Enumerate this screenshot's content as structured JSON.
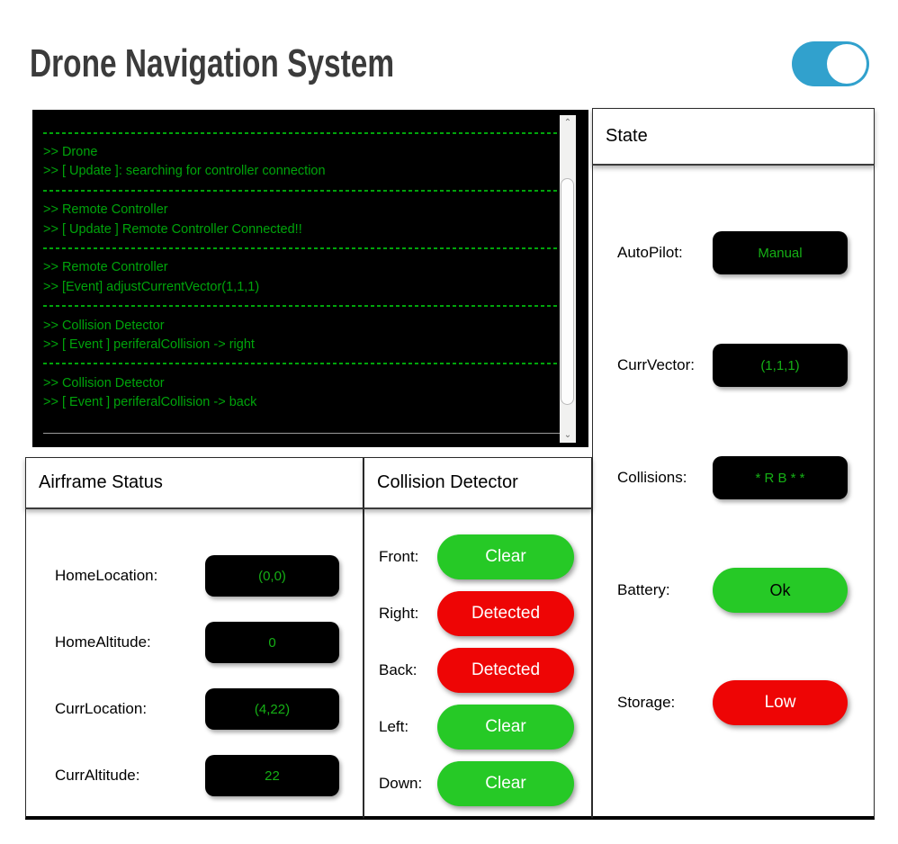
{
  "app": {
    "title": "Drone Navigation System"
  },
  "toggle": {
    "state": "on"
  },
  "colors": {
    "toggle_blue": "#31a1cd",
    "console_green": "#00a40b",
    "value_green": "#15b015",
    "pill_green": "#26c926",
    "pill_red": "#ee0505",
    "title_gray": "#3b3b3b"
  },
  "console": {
    "scroll_up_icon": "chevron-up",
    "scroll_down_icon": "chevron-down",
    "entries": [
      {
        "l1": ">> Drone",
        "l2": ">> [ Update ]: searching for controller connection"
      },
      {
        "l1": ">> Remote Controller",
        "l2": ">> [ Update ] Remote Controller Connected!!"
      },
      {
        "l1": ">> Remote Controller",
        "l2": ">> [Event] adjustCurrentVector(1,1,1)"
      },
      {
        "l1": ">> Collision Detector",
        "l2": ">> [ Event ] periferalCollision -> right"
      },
      {
        "l1": ">> Collision Detector",
        "l2": ">> [ Event ] periferalCollision -> back"
      }
    ]
  },
  "state_panel": {
    "title": "State",
    "rows": [
      {
        "label": "AutoPilot:",
        "value": "Manual",
        "kind": "box"
      },
      {
        "label": "CurrVector:",
        "value": "(1,1,1)",
        "kind": "box"
      },
      {
        "label": "Collisions:",
        "value": "* R B * *",
        "kind": "box"
      },
      {
        "label": "Battery:",
        "value": "Ok",
        "kind": "pill-good-dark"
      },
      {
        "label": "Storage:",
        "value": "Low",
        "kind": "pill-alert"
      }
    ]
  },
  "airframe_panel": {
    "title": "Airframe Status",
    "rows": [
      {
        "label": "HomeLocation:",
        "value": "(0,0)",
        "kind": "box"
      },
      {
        "label": "HomeAltitude:",
        "value": "0",
        "kind": "box"
      },
      {
        "label": "CurrLocation:",
        "value": "(4,22)",
        "kind": "box"
      },
      {
        "label": "CurrAltitude:",
        "value": "22",
        "kind": "box"
      }
    ]
  },
  "collision_panel": {
    "title": "Collision Detector",
    "rows": [
      {
        "label": "Front:",
        "value": "Clear",
        "kind": "pill-good"
      },
      {
        "label": "Right:",
        "value": "Detected",
        "kind": "pill-alert"
      },
      {
        "label": "Back:",
        "value": "Detected",
        "kind": "pill-alert"
      },
      {
        "label": "Left:",
        "value": "Clear",
        "kind": "pill-good"
      },
      {
        "label": "Down:",
        "value": "Clear",
        "kind": "pill-good"
      }
    ]
  }
}
